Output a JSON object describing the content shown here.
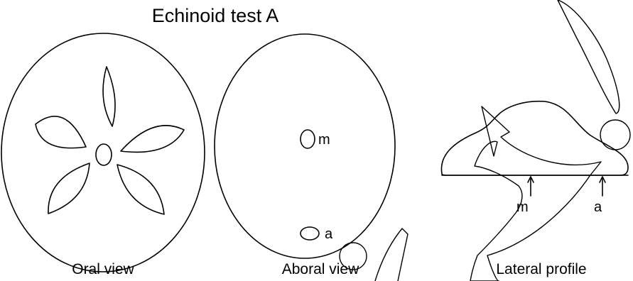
{
  "title": "Echinoid test A",
  "panels": {
    "oral": {
      "caption": "Oral view"
    },
    "aboral": {
      "caption": "Aboral view",
      "label_m": "m",
      "label_a": "a"
    },
    "lateral": {
      "caption": "Lateral profile",
      "label_m": "m",
      "label_a": "a"
    }
  }
}
